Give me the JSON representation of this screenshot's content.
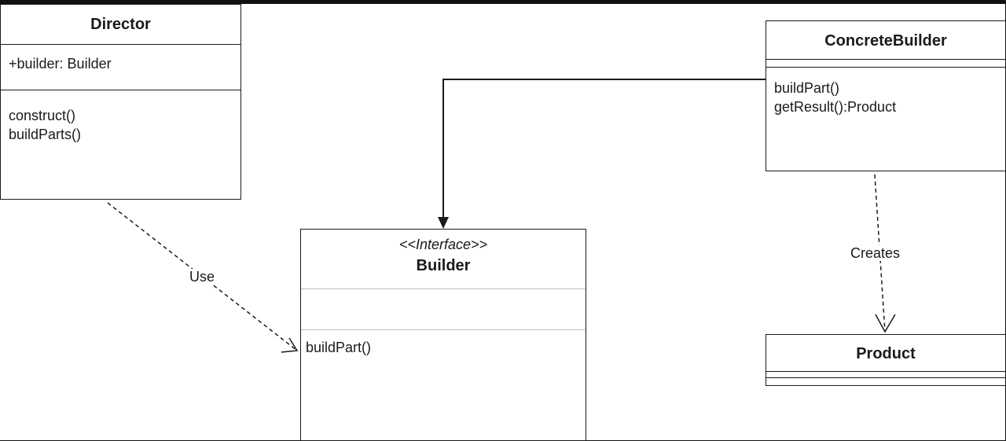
{
  "classes": {
    "director": {
      "name": "Director",
      "attributes": [
        "+builder: Builder"
      ],
      "operations": [
        "construct()",
        "buildParts()"
      ]
    },
    "builder": {
      "stereotype": "<<Interface>>",
      "name": "Builder",
      "attributes": [],
      "operations": [
        "buildPart()"
      ]
    },
    "concrete_builder": {
      "name": "ConcreteBuilder",
      "attributes": [],
      "operations": [
        "buildPart()",
        "getResult():Product"
      ]
    },
    "product": {
      "name": "Product",
      "attributes": [],
      "operations": []
    }
  },
  "relations": {
    "use": {
      "label": "Use",
      "from": "Director",
      "to": "Builder",
      "style": "dashed-open-arrow"
    },
    "realizes": {
      "label": "",
      "from": "ConcreteBuilder",
      "to": "Builder",
      "style": "solid-filled-arrow"
    },
    "creates": {
      "label": "Creates",
      "from": "ConcreteBuilder",
      "to": "Product",
      "style": "dashed-open-arrow"
    }
  },
  "colors": {
    "line": "#1a1a1a",
    "frame": "#111111",
    "background": "#ffffff"
  }
}
